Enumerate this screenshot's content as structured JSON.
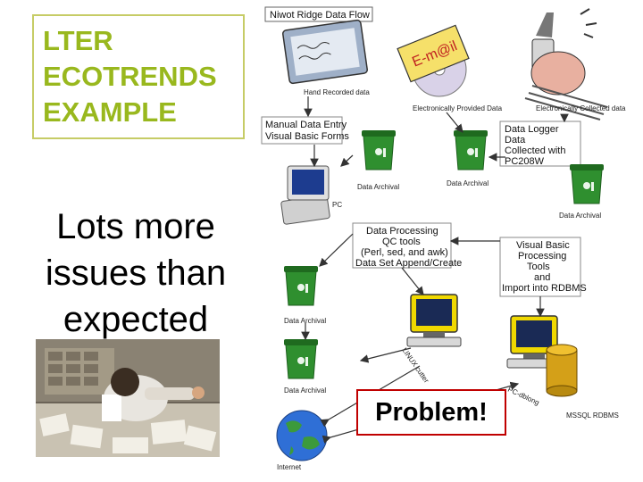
{
  "title": [
    "LTER",
    "ECOTRENDS",
    "EXAMPLE"
  ],
  "subtitle": [
    "Lots more",
    "issues than",
    "expected"
  ],
  "diagram": {
    "header": "Niwot Ridge Data Flow",
    "sources": {
      "hand": "Hand Recorded data",
      "electronic_provided": "Electronically Provided Data",
      "electronic_collected": "Electronically Collected data"
    },
    "email_text": "E-m@il",
    "boxes": {
      "manual_entry": [
        "Manual Data Entry",
        "Visual Basic Forms"
      ],
      "data_logger": [
        "Data Logger",
        "Data",
        "Collected with",
        "PC208W"
      ],
      "processing": [
        "Data Processing",
        "QC tools",
        "(Perl, sed, and awk)",
        "Data Set Append/Create"
      ],
      "vb_tools": [
        "Visual Basic",
        "Processing",
        "Tools",
        "and",
        "Import into RDBMS"
      ]
    },
    "archive_label": "Data Archival",
    "pc_label": "PC",
    "linux_label": "LINUX cutter",
    "pcdb_label": "PC-dblong",
    "mssql_label": "MSSQL RDBMS",
    "internet_label": "Internet",
    "problem": "Problem!"
  },
  "colors": {
    "title": "#99b81e",
    "title_border": "#c6cc66",
    "bin": "#2f8f2f",
    "problem_border": "#c00000"
  }
}
